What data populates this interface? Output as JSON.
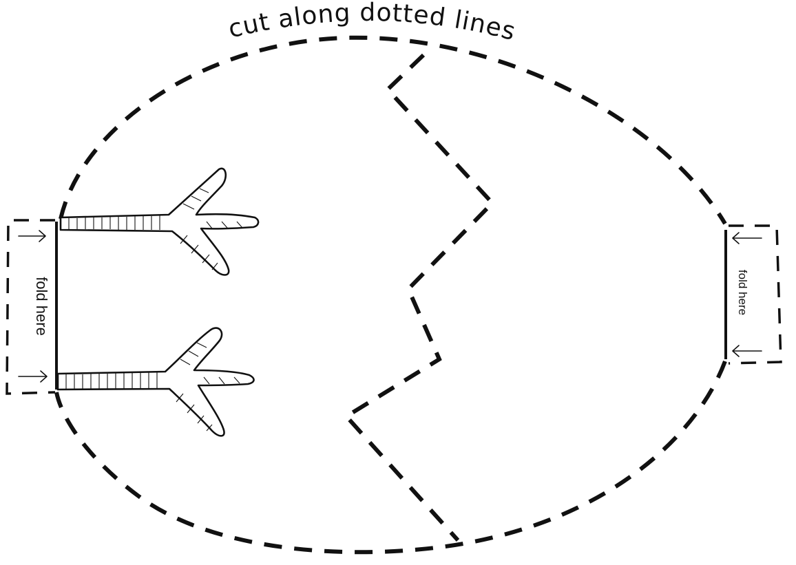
{
  "diagram": {
    "title": "cut along dotted lines",
    "fold_left": "fold here",
    "fold_right": "fold here"
  }
}
